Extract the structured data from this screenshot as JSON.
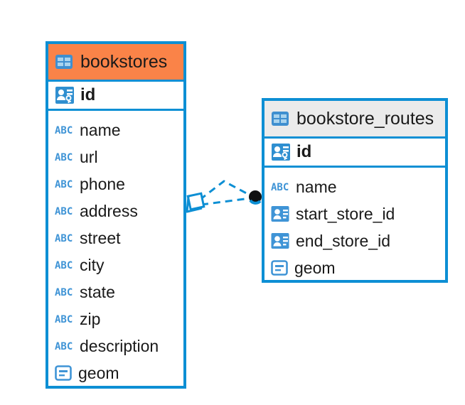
{
  "diagram": {
    "type": "entity-relationship-diagram",
    "background": "#ffffff",
    "accent_color": "#0d8fd4",
    "highlight_color": "#fa8348",
    "neutral_header_color": "#ebebeb"
  },
  "tables": [
    {
      "name": "bookstores",
      "header_style": "accent",
      "header_icon": "table-icon",
      "primary_key": {
        "name": "id",
        "icon": "primary-key-icon"
      },
      "fields": [
        {
          "name": "name",
          "icon": "text-type-icon"
        },
        {
          "name": "url",
          "icon": "text-type-icon"
        },
        {
          "name": "phone",
          "icon": "text-type-icon"
        },
        {
          "name": "address",
          "icon": "text-type-icon"
        },
        {
          "name": "street",
          "icon": "text-type-icon"
        },
        {
          "name": "city",
          "icon": "text-type-icon"
        },
        {
          "name": "state",
          "icon": "text-type-icon"
        },
        {
          "name": "zip",
          "icon": "text-type-icon"
        },
        {
          "name": "description",
          "icon": "text-type-icon"
        },
        {
          "name": "geom",
          "icon": "geometry-type-icon"
        }
      ]
    },
    {
      "name": "bookstore_routes",
      "header_style": "neutral",
      "header_icon": "table-icon",
      "primary_key": {
        "name": "id",
        "icon": "primary-key-icon"
      },
      "fields": [
        {
          "name": "name",
          "icon": "text-type-icon"
        },
        {
          "name": "start_store_id",
          "icon": "foreign-key-icon"
        },
        {
          "name": "end_store_id",
          "icon": "foreign-key-icon"
        },
        {
          "name": "geom",
          "icon": "geometry-type-icon"
        }
      ]
    }
  ],
  "relationships": [
    {
      "from_table": "bookstores",
      "to_table": "bookstore_routes",
      "source_marker": "crows-foot-many",
      "target_marker": "filled-circle-one",
      "line_style": "dashed",
      "color": "#0d8fd4"
    },
    {
      "from_table": "bookstores",
      "to_table": "bookstore_routes",
      "source_marker": "crows-foot-many",
      "target_marker": "filled-circle-one",
      "line_style": "dashed",
      "color": "#0d8fd4"
    }
  ]
}
